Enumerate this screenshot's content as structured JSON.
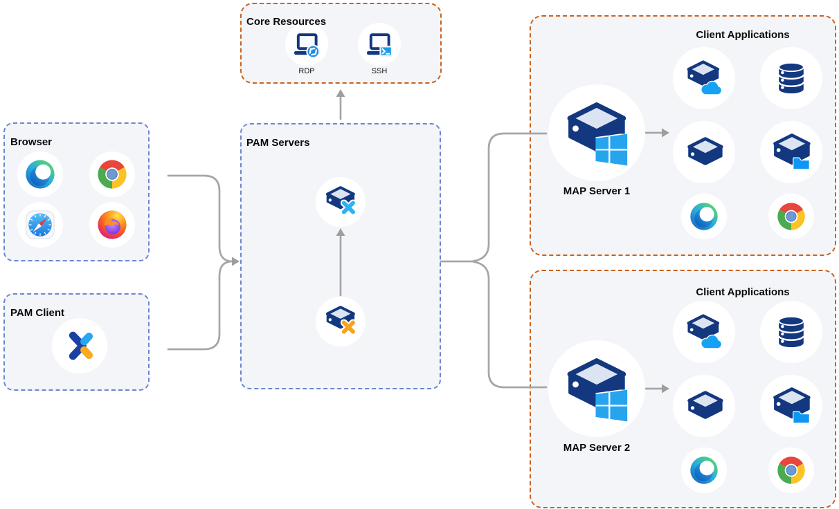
{
  "colors": {
    "box_fill": "#f4f5f9",
    "border_blue_dashed": "#6b86cf",
    "border_orange_dashed": "#c9621c",
    "connector_gray": "#a6a6a6",
    "server_navy": "#14387f",
    "accent_light_blue": "#24a3ee",
    "x_badge_blue": "#2bb3f5",
    "x_badge_orange": "#f7a41d"
  },
  "boxes": {
    "core_resources": {
      "title": "Core Resources",
      "items": [
        {
          "label": "RDP",
          "icon": "laptop-rdp-icon"
        },
        {
          "label": "SSH",
          "icon": "laptop-ssh-icon"
        }
      ]
    },
    "browser": {
      "title": "Browser",
      "icons": [
        "edge-icon",
        "chrome-icon",
        "safari-icon",
        "firefox-icon"
      ]
    },
    "pam_client": {
      "title": "PAM Client",
      "icons": [
        "pam-x-logo-icon"
      ]
    },
    "pam_servers": {
      "title": "PAM Servers",
      "icons": [
        "server-x-blue-icon",
        "server-x-orange-icon"
      ]
    },
    "client_applications_1": {
      "title": "Client Applications",
      "server_label": "MAP Server 1",
      "server_icon": "windows-map-server-icon",
      "icons": [
        "server-cloud-icon",
        "database-icon",
        "server-icon",
        "server-folder-icon",
        "edge-icon",
        "chrome-icon"
      ]
    },
    "client_applications_2": {
      "title": "Client Applications",
      "server_label": "MAP Server 2",
      "server_icon": "windows-map-server-icon",
      "icons": [
        "server-cloud-icon",
        "database-icon",
        "server-icon",
        "server-folder-icon",
        "edge-icon",
        "chrome-icon"
      ]
    }
  }
}
